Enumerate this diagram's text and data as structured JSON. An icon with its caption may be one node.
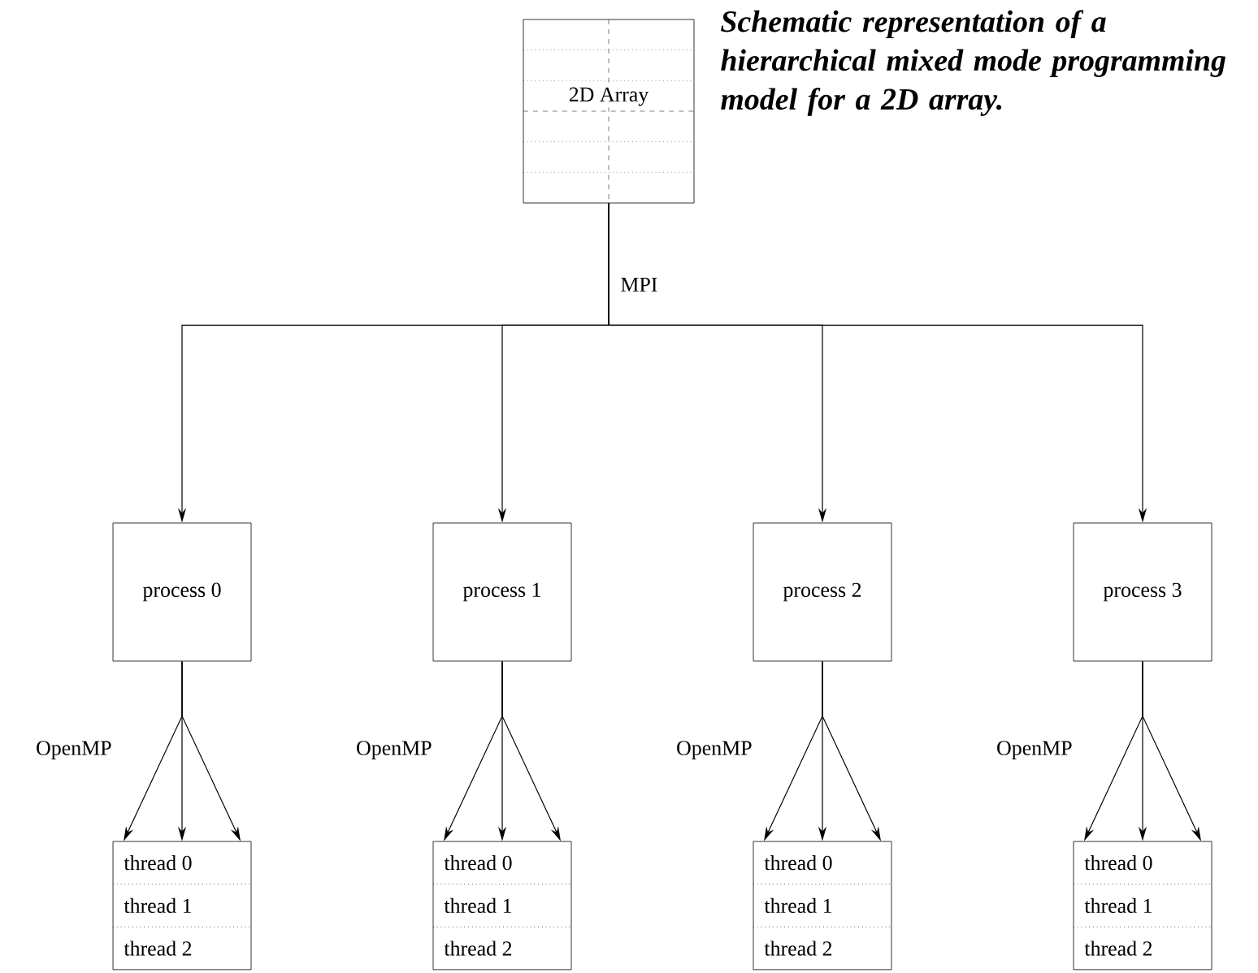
{
  "diagram": {
    "caption": "Schematic representation of a hierarchical mixed mode programming model for a 2D array.",
    "nodes": [
      {
        "text": [
          "2D Array"
        ]
      },
      {
        "text": [
          "process 0"
        ]
      },
      {
        "text": [
          "process 1"
        ]
      },
      {
        "text": [
          "process 2"
        ]
      },
      {
        "text": [
          "process 3"
        ]
      },
      {
        "text": [],
        "shape": "box"
      },
      {
        "text": [
          "thread 0"
        ],
        "in": 5
      },
      {
        "text": [
          "thread 1"
        ],
        "in": 5
      },
      {
        "text": [
          "thread 2"
        ],
        "in": 5
      },
      {
        "text": [],
        "shape": "box"
      },
      {
        "text": [
          "thread 0"
        ],
        "in": 9
      },
      {
        "text": [
          "thread 1"
        ],
        "in": 9
      },
      {
        "text": [
          "thread 2"
        ],
        "in": 9
      },
      {
        "text": [],
        "shape": "box"
      },
      {
        "text": [
          "thread 0"
        ],
        "in": 13
      },
      {
        "text": [
          "thread 1"
        ],
        "in": 13
      },
      {
        "text": [
          "thread 2"
        ],
        "in": 13
      },
      {
        "text": [],
        "shape": "box"
      },
      {
        "text": [
          "thread 0"
        ],
        "in": 17
      },
      {
        "text": [
          "thread 1"
        ],
        "in": 17
      },
      {
        "text": [
          "thread 2"
        ],
        "in": 17
      }
    ],
    "edges": [
      {
        "from": 0,
        "to": 1,
        "arrow": "to",
        "label": "MPI"
      },
      {
        "from": 0,
        "to": 2,
        "arrow": "to"
      },
      {
        "from": 0,
        "to": 3,
        "arrow": "to"
      },
      {
        "from": 0,
        "to": 4,
        "arrow": "to"
      },
      {
        "from": 1,
        "to": 5,
        "arrow": "to",
        "label": "OpenMP"
      },
      {
        "from": 1,
        "to": 5,
        "arrow": "to"
      },
      {
        "from": 1,
        "to": 5,
        "arrow": "to"
      },
      {
        "from": 2,
        "to": 9,
        "arrow": "to",
        "label": "OpenMP"
      },
      {
        "from": 2,
        "to": 9,
        "arrow": "to"
      },
      {
        "from": 2,
        "to": 9,
        "arrow": "to"
      },
      {
        "from": 3,
        "to": 13,
        "arrow": "to",
        "label": "OpenMP"
      },
      {
        "from": 3,
        "to": 13,
        "arrow": "to"
      },
      {
        "from": 3,
        "to": 13,
        "arrow": "to"
      },
      {
        "from": 4,
        "to": 17,
        "arrow": "to",
        "label": "OpenMP"
      },
      {
        "from": 4,
        "to": 17,
        "arrow": "to"
      },
      {
        "from": 4,
        "to": 17,
        "arrow": "to"
      }
    ]
  }
}
